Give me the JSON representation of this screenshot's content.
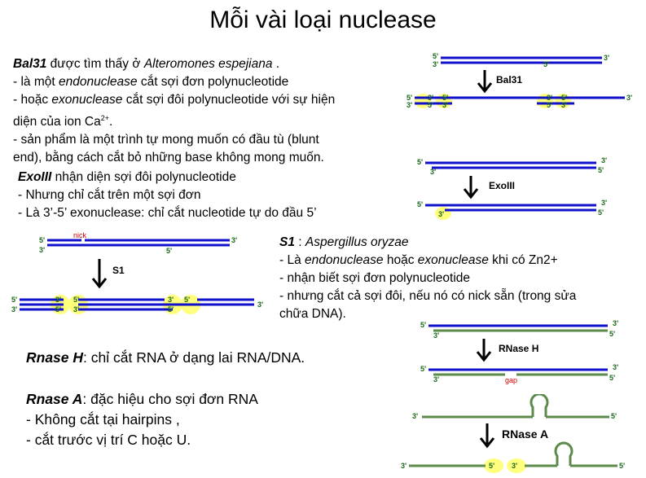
{
  "title": "Mỗi vài loại nuclease",
  "bal31": {
    "name": "Bal31",
    "l1_mid": " được tìm thấy ở ",
    "l1_species": "Alteromones espejiana",
    "l1_end": " .",
    "l2_a": "- là một ",
    "l2_b": "endonuclease",
    "l2_c": " cắt sợi đơn polynucleotide",
    "l3_a": "- hoặc ",
    "l3_b": "exonuclease",
    "l3_c": " cắt sợi đôi polynucleotide với sự hiện",
    "l4_a": "diện của ion Ca",
    "l4_sup": "2+",
    "l4_c": ".",
    "l5": "- sản phẩm là một trình tự mong muốn có đầu tù (blunt",
    "l6": "end), bằng cách cắt bỏ những base không mong muốn."
  },
  "exo3": {
    "name": "ExoIII",
    "l1": " nhận diện sợi đôi polynucleotide",
    "l2": "- Nhưng chỉ cắt trên một sợi đơn",
    "l3": "- Là 3’-5’ exonuclease: chỉ cắt nucleotide tự do đầu 5’"
  },
  "s1": {
    "name": "S1",
    "l1_sep": " : ",
    "l1_species": "Aspergillus oryzae",
    "l2_a": "- Là ",
    "l2_b": "endonuclease",
    "l2_c": " hoặc ",
    "l2_d": "exonuclease",
    "l2_e": " khi có Zn2+",
    "l3": "- nhận biết sợi đơn polynucleotide",
    "l4": "- nhưng cắt cả sợi đôi, nếu nó có nick sẵn (trong sửa",
    "l5": "chữa DNA)."
  },
  "rnaseH": {
    "name": "Rnase H",
    "text": ": chỉ cắt RNA ở dạng lai RNA/DNA."
  },
  "rnaseA": {
    "name": "Rnase A",
    "l1": ": đặc hiệu cho sợi đơn RNA",
    "l2": "- Không cắt tại hairpins ,",
    "l3": "- cắt trước vị trí C hoặc U."
  },
  "diagrams": {
    "five": "5'",
    "three": "3'",
    "nick": "nick",
    "gap": "gap",
    "bal31_label": "Bal31",
    "exo3_label": "ExoIII",
    "s1_label": "S1",
    "rnaseH_label": "RNase H",
    "rnaseA_label": "RNase A"
  },
  "colors": {
    "dna": "#1111cc",
    "rna": "#5c8a4a",
    "highlight": "#ffff66",
    "nick": "#cc0000"
  }
}
